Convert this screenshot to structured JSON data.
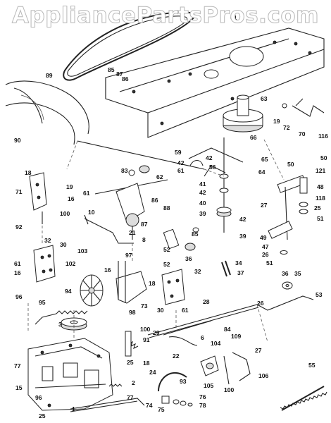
{
  "watermark": "AppliancePartsPros.com",
  "callouts": {
    "c89": "89",
    "c85": "85",
    "c87": "87",
    "c86a": "86",
    "c61a": "61",
    "c90": "90",
    "c18a": "18",
    "c19a": "19",
    "c71": "71",
    "c16a": "16",
    "c100a": "100",
    "c92": "92",
    "c61b": "61",
    "c83": "83",
    "c62": "62",
    "c8": "8",
    "c10": "10",
    "c21": "21",
    "c86b": "86",
    "c88": "88",
    "c87b": "87",
    "c63": "63",
    "c19b": "19",
    "c72": "72",
    "c70": "70",
    "c116": "116",
    "c66": "66",
    "c59": "59",
    "c42a": "42",
    "c42b": "42",
    "c61c": "61",
    "c56": "56",
    "c41": "41",
    "c42c": "42",
    "c40": "40",
    "c39a": "39",
    "c42d": "42",
    "c39b": "39",
    "c65": "65",
    "c64": "64",
    "c50a": "50",
    "c50b": "50",
    "c121": "121",
    "c48": "48",
    "c118": "118",
    "c27a": "27",
    "c25a": "25",
    "c51": "51",
    "c49": "49",
    "c47": "47",
    "c26a": "26",
    "c51b": "51",
    "c32a": "32",
    "c30a": "30",
    "c61d": "61",
    "c16b": "16",
    "c103": "103",
    "c102": "102",
    "c97": "97",
    "c16c": "16",
    "c94": "94",
    "c98": "98",
    "c52a": "52",
    "c85b": "85",
    "c36a": "36",
    "c52b": "52",
    "c32b": "32",
    "c18b": "18",
    "c73": "73",
    "c30b": "30",
    "c61e": "61",
    "c34": "34",
    "c37": "37",
    "c36b": "36",
    "c35": "35",
    "c53": "53",
    "c96a": "96",
    "c95": "95",
    "c3": "3",
    "c28": "28",
    "c26b": "26",
    "c100b": "100",
    "c91": "91",
    "c29": "29",
    "c22": "22",
    "c25b": "25",
    "c18c": "18",
    "c24": "24",
    "c6": "6",
    "c104": "104",
    "c109": "109",
    "c84": "84",
    "c27b": "27",
    "c77": "77",
    "c15": "15",
    "c2": "2",
    "c93": "93",
    "c105": "105",
    "c100c": "100",
    "c106": "106",
    "c96b": "96",
    "c25c": "25",
    "c1": "1",
    "c77b": "77",
    "c74": "74",
    "c75": "75",
    "c76": "76",
    "c78": "78",
    "c55": "55"
  }
}
